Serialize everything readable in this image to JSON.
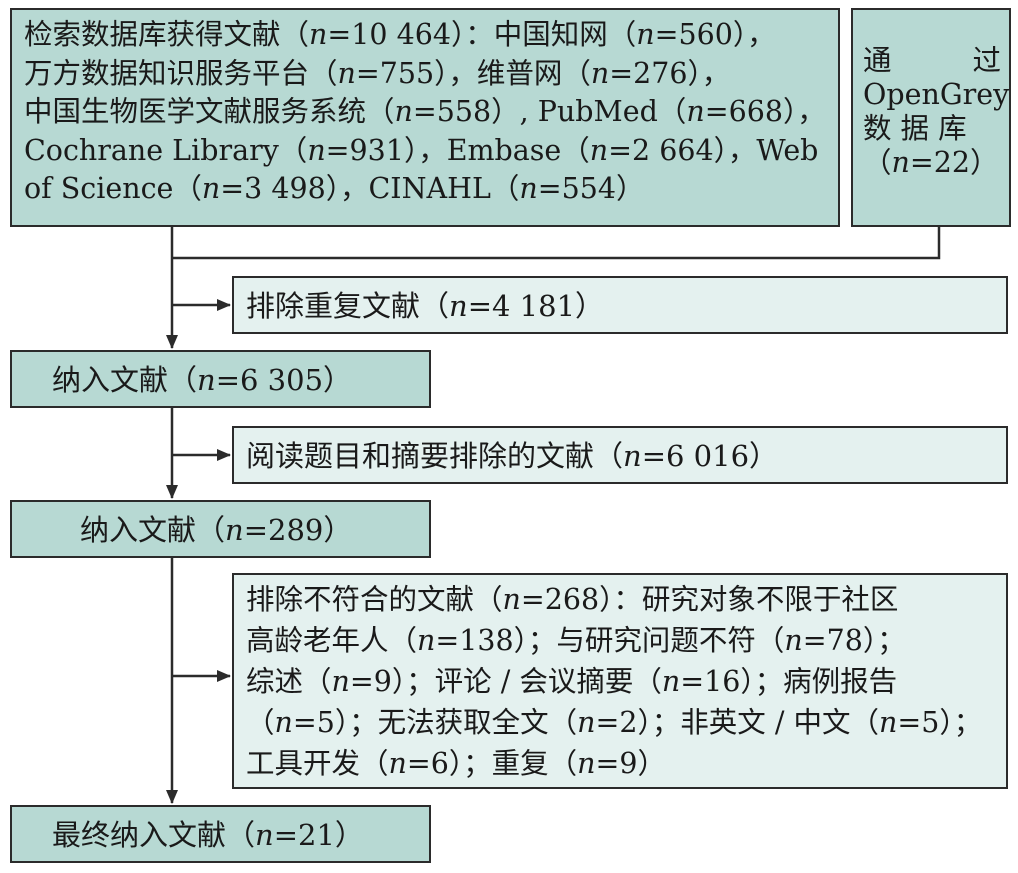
{
  "sources": {
    "line1_a": "检索数据库获得文献（",
    "line1_b": "=10 464）：中国知网（",
    "line1_c": "=560），",
    "line2_a": "万方数据知识服务平台（",
    "line2_b": "=755），维普网（",
    "line2_c": "=276），",
    "line3_a": "中国生物医学文献服务系统（",
    "line3_b": "=558）, PubMed（",
    "line3_c": "=668），",
    "line4_a": "Cochrane Library（",
    "line4_b": "=931），Embase（",
    "line4_c": "=2 664），Web",
    "line5_a": "of Science（",
    "line5_b": "=3 498），CINAHL（",
    "line5_c": "=554）"
  },
  "grey": {
    "word1": "通",
    "word2": "过",
    "line2": "OpenGrey",
    "line3": "数 据 库",
    "line4_a": "（",
    "line4_b": "=22）"
  },
  "n_symbol": "n",
  "duplicates": {
    "label": "排除重复文献（",
    "value": "=4 181）"
  },
  "included1": {
    "label": "纳入文献（",
    "value": "=6 305）"
  },
  "title_abstract": {
    "label": "阅读题目和摘要排除的文献（",
    "value": "=6 016）"
  },
  "included2": {
    "label": "纳入文献（",
    "value": "=289）"
  },
  "exclusions": {
    "l1_a": "排除不符合的文献（",
    "l1_b": "=268）：研究对象不限于社区",
    "l2_a": "高龄老年人（",
    "l2_b": "=138）；与研究问题不符（",
    "l2_c": "=78）；",
    "l3_a": "综述（",
    "l3_b": "=9）；评论 / 会议摘要（",
    "l3_c": "=16）；病例报告",
    "l4_a": "（",
    "l4_b": "=5）；无法获取全文（",
    "l4_c": "=2）；非英文 / 中文（",
    "l4_d": "=5）；",
    "l5_a": "工具开发（",
    "l5_b": "=6）；重复（",
    "l5_c": "=9）"
  },
  "final": {
    "label": "最终纳入文献（",
    "value": "=21）"
  },
  "colors": {
    "dark_box": "#b7d9d3",
    "light_box": "#e4f1ef",
    "line": "#2b2b2b"
  }
}
